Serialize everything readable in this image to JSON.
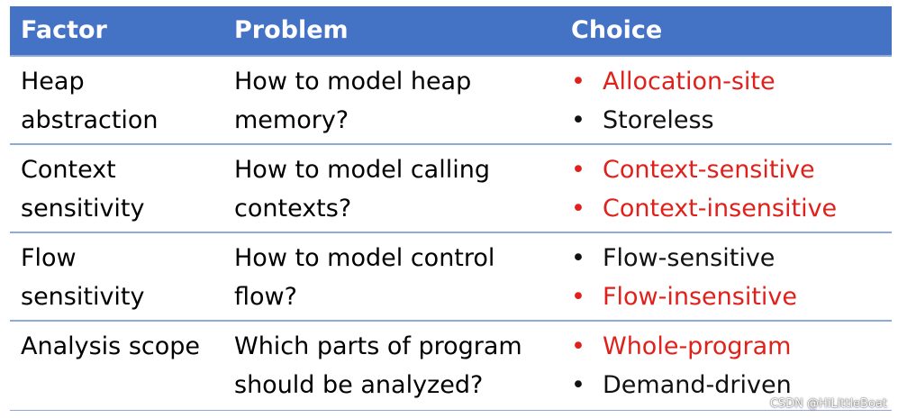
{
  "header": {
    "factor": "Factor",
    "problem": "Problem",
    "choice": "Choice"
  },
  "rows": [
    {
      "factor": [
        "Heap",
        "abstraction"
      ],
      "problem": [
        "How to model heap",
        "memory?"
      ],
      "choices": [
        {
          "text": "Allocation-site",
          "highlight": true
        },
        {
          "text": "Storeless",
          "highlight": false
        }
      ]
    },
    {
      "factor": [
        "Context",
        "sensitivity"
      ],
      "problem": [
        "How to model calling",
        "contexts?"
      ],
      "choices": [
        {
          "text": "Context-sensitive",
          "highlight": true
        },
        {
          "text": "Context-insensitive",
          "highlight": true
        }
      ]
    },
    {
      "factor": [
        "Flow",
        "sensitivity"
      ],
      "problem": [
        "How to model control",
        "flow?"
      ],
      "choices": [
        {
          "text": "Flow-sensitive",
          "highlight": false
        },
        {
          "text": "Flow-insensitive",
          "highlight": true
        }
      ]
    },
    {
      "factor": [
        "Analysis scope",
        ""
      ],
      "problem": [
        "Which parts of program",
        "should be analyzed?"
      ],
      "choices": [
        {
          "text": "Whole-program",
          "highlight": true
        },
        {
          "text": "Demand-driven",
          "highlight": false
        }
      ]
    }
  ],
  "bullet_symbol": "•",
  "colors": {
    "header_bg": "#4472c4",
    "highlight": "#e0201b",
    "row_border": "#8ea9db"
  },
  "watermark": "CSDN @HiLittleBoat"
}
